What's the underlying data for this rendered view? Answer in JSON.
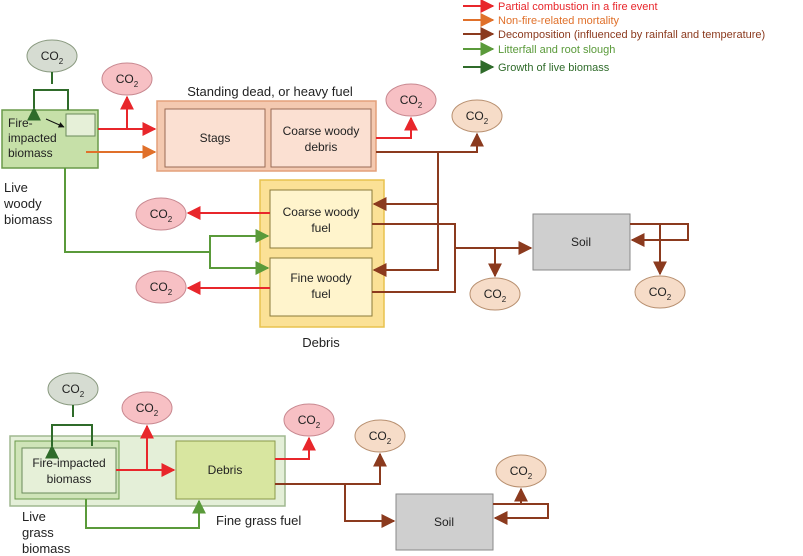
{
  "legend": [
    {
      "label": "Partial combustion in a fire event",
      "color": "#e8262b"
    },
    {
      "label": "Non-fire-related mortality",
      "color": "#e0702a"
    },
    {
      "label": "Decomposition (influenced by rainfall and temperature)",
      "color": "#8b3a1e"
    },
    {
      "label": "Litterfall and root slough",
      "color": "#5a9a3a"
    },
    {
      "label": "Growth of live biomass",
      "color": "#2f6b2a"
    }
  ],
  "co2": {
    "main": "CO",
    "sub": "2"
  },
  "woody": {
    "fire_impacted": [
      "Fire-",
      "impacted",
      "biomass"
    ],
    "live_label": [
      "Live",
      "woody",
      "biomass"
    ],
    "standing_title": "Standing dead, or heavy fuel",
    "stags": "Stags",
    "coarse_debris": [
      "Coarse woody",
      "debris"
    ],
    "coarse_fuel": [
      "Coarse woody",
      "fuel"
    ],
    "fine_fuel": [
      "Fine woody",
      "fuel"
    ],
    "debris_title": "Debris",
    "soil": "Soil"
  },
  "grass": {
    "fire_impacted": [
      "Fire-impacted",
      "biomass"
    ],
    "debris": "Debris",
    "fine_fuel_label": "Fine grass fuel",
    "live_label": [
      "Live",
      "grass",
      "biomass"
    ],
    "soil": "Soil"
  }
}
